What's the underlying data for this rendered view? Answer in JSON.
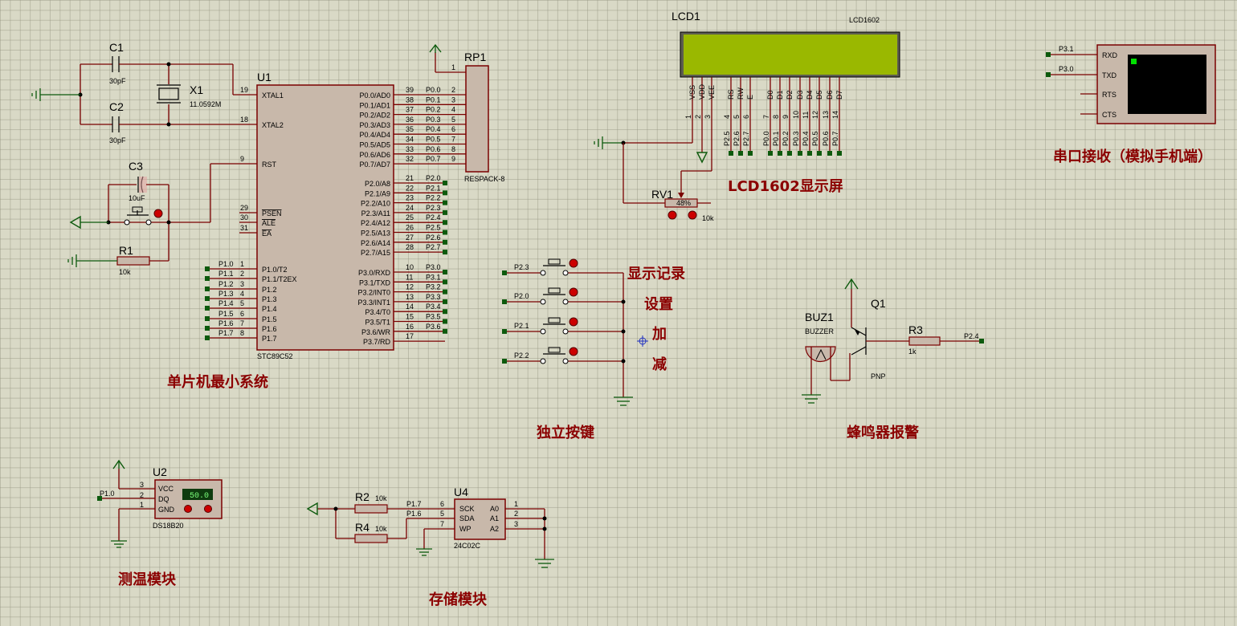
{
  "mcu": {
    "ref": "U1",
    "part": "STC89C52",
    "left_pins": [
      {
        "num": "19",
        "name": "XTAL1"
      },
      {
        "num": "18",
        "name": "XTAL2"
      },
      {
        "num": "9",
        "name": "RST"
      },
      {
        "num": "29",
        "name": "PSEN"
      },
      {
        "num": "30",
        "name": "ALE"
      },
      {
        "num": "31",
        "name": "EA"
      },
      {
        "num": "1",
        "name": "P1.0/T2"
      },
      {
        "num": "2",
        "name": "P1.1/T2EX"
      },
      {
        "num": "3",
        "name": "P1.2"
      },
      {
        "num": "4",
        "name": "P1.3"
      },
      {
        "num": "5",
        "name": "P1.4"
      },
      {
        "num": "6",
        "name": "P1.5"
      },
      {
        "num": "7",
        "name": "P1.6"
      },
      {
        "num": "8",
        "name": "P1.7"
      }
    ],
    "left_labels": [
      "P1.0",
      "P1.1",
      "P1.2",
      "P1.3",
      "P1.4",
      "P1.5",
      "P1.6",
      "P1.7"
    ],
    "right_pins": [
      {
        "num": "39",
        "name": "P0.0/AD0",
        "net": "P0.0"
      },
      {
        "num": "38",
        "name": "P0.1/AD1",
        "net": "P0.1"
      },
      {
        "num": "37",
        "name": "P0.2/AD2",
        "net": "P0.2"
      },
      {
        "num": "36",
        "name": "P0.3/AD3",
        "net": "P0.3"
      },
      {
        "num": "35",
        "name": "P0.4/AD4",
        "net": "P0.4"
      },
      {
        "num": "34",
        "name": "P0.5/AD5",
        "net": "P0.5"
      },
      {
        "num": "33",
        "name": "P0.6/AD6",
        "net": "P0.6"
      },
      {
        "num": "32",
        "name": "P0.7/AD7",
        "net": "P0.7"
      },
      {
        "num": "21",
        "name": "P2.0/A8",
        "net": "P2.0"
      },
      {
        "num": "22",
        "name": "P2.1/A9",
        "net": "P2.1"
      },
      {
        "num": "23",
        "name": "P2.2/A10",
        "net": "P2.2"
      },
      {
        "num": "24",
        "name": "P2.3/A11",
        "net": "P2.3"
      },
      {
        "num": "25",
        "name": "P2.4/A12",
        "net": "P2.4"
      },
      {
        "num": "26",
        "name": "P2.5/A13",
        "net": "P2.5"
      },
      {
        "num": "27",
        "name": "P2.6/A14",
        "net": "P2.6"
      },
      {
        "num": "28",
        "name": "P2.7/A15",
        "net": "P2.7"
      },
      {
        "num": "10",
        "name": "P3.0/RXD",
        "net": "P3.0"
      },
      {
        "num": "11",
        "name": "P3.1/TXD",
        "net": "P3.1"
      },
      {
        "num": "12",
        "name": "P3.2/INT0",
        "net": "P3.2"
      },
      {
        "num": "13",
        "name": "P3.3/INT1",
        "net": "P3.3"
      },
      {
        "num": "14",
        "name": "P3.4/T0",
        "net": "P3.4"
      },
      {
        "num": "15",
        "name": "P3.5/T1",
        "net": "P3.5"
      },
      {
        "num": "16",
        "name": "P3.6/WR",
        "net": "P3.6"
      },
      {
        "num": "17",
        "name": "P3.7/RD",
        "net": ""
      }
    ]
  },
  "crystal": {
    "c1": "C1",
    "c1_val": "30pF",
    "c2": "C2",
    "c2_val": "30pF",
    "x1": "X1",
    "x1_val": "11.0592M"
  },
  "reset": {
    "c3": "C3",
    "c3_val": "10uF",
    "r1": "R1",
    "r1_val": "10k"
  },
  "rp1": {
    "ref": "RP1",
    "part": "RESPACK-8",
    "pins": [
      "1",
      "2",
      "3",
      "4",
      "5",
      "6",
      "7",
      "8",
      "9"
    ]
  },
  "lcd": {
    "ref": "LCD1",
    "part": "LCD1602",
    "pins": [
      {
        "name": "VSS",
        "num": "1",
        "net": ""
      },
      {
        "name": "VDD",
        "num": "2",
        "net": ""
      },
      {
        "name": "VEE",
        "num": "3",
        "net": ""
      },
      {
        "name": "RS",
        "num": "4",
        "net": "P2.5"
      },
      {
        "name": "RW",
        "num": "5",
        "net": "P2.6"
      },
      {
        "name": "E",
        "num": "6",
        "net": "P2.7"
      },
      {
        "name": "D0",
        "num": "7",
        "net": "P0.0"
      },
      {
        "name": "D1",
        "num": "8",
        "net": "P0.1"
      },
      {
        "name": "D2",
        "num": "9",
        "net": "P0.2"
      },
      {
        "name": "D3",
        "num": "10",
        "net": "P0.3"
      },
      {
        "name": "D4",
        "num": "11",
        "net": "P0.4"
      },
      {
        "name": "D5",
        "num": "12",
        "net": "P0.5"
      },
      {
        "name": "D6",
        "num": "13",
        "net": "P0.6"
      },
      {
        "name": "D7",
        "num": "14",
        "net": "P0.7"
      }
    ],
    "screen_color": "#9ab800"
  },
  "rv1": {
    "ref": "RV1",
    "val": "10k",
    "pct": "48%"
  },
  "serial": {
    "pins": [
      "RXD",
      "TXD",
      "RTS",
      "CTS"
    ],
    "nets": [
      "P3.1",
      "P3.0"
    ]
  },
  "buttons": [
    {
      "net": "P2.3",
      "label": "显示记录"
    },
    {
      "net": "P2.0",
      "label": "设置"
    },
    {
      "net": "P2.1",
      "label": "加"
    },
    {
      "net": "P2.2",
      "label": "减"
    }
  ],
  "buzzer": {
    "buz": "BUZ1",
    "buz_part": "BUZZER",
    "q": "Q1",
    "q_type": "PNP",
    "r": "R3",
    "r_val": "1k",
    "net": "P2.4"
  },
  "ds18b20": {
    "ref": "U2",
    "part": "DS18B20",
    "pins": [
      {
        "num": "3",
        "name": "VCC"
      },
      {
        "num": "2",
        "name": "DQ"
      },
      {
        "num": "1",
        "name": "GND"
      }
    ],
    "net": "P1.0",
    "reading": "50.0"
  },
  "eeprom": {
    "ref": "U4",
    "part": "24C02C",
    "left_pins": [
      {
        "num": "6",
        "name": "SCK",
        "net": "P1.7"
      },
      {
        "num": "5",
        "name": "SDA",
        "net": "P1.6"
      },
      {
        "num": "7",
        "name": "WP",
        "net": ""
      }
    ],
    "right_pins": [
      {
        "num": "1",
        "name": "A0"
      },
      {
        "num": "2",
        "name": "A1"
      },
      {
        "num": "3",
        "name": "A2"
      }
    ],
    "r2": "R2",
    "r2_val": "10k",
    "r4": "R4",
    "r4_val": "10k"
  },
  "sections": {
    "mcu": "单片机最小系统",
    "lcd": "LCD1602显示屏",
    "serial": "串口接收（模拟手机端）",
    "keys": "独立按键",
    "buzzer": "蜂鸣器报警",
    "temp": "测温模块",
    "storage": "存储模块"
  },
  "colors": {
    "background": "#d9d9c6",
    "wire": "#7a0000",
    "gnd_wire": "#0d5a0d",
    "body": "#c8b8aa",
    "title": "#8b0000",
    "terminal_screen": "#000000"
  }
}
